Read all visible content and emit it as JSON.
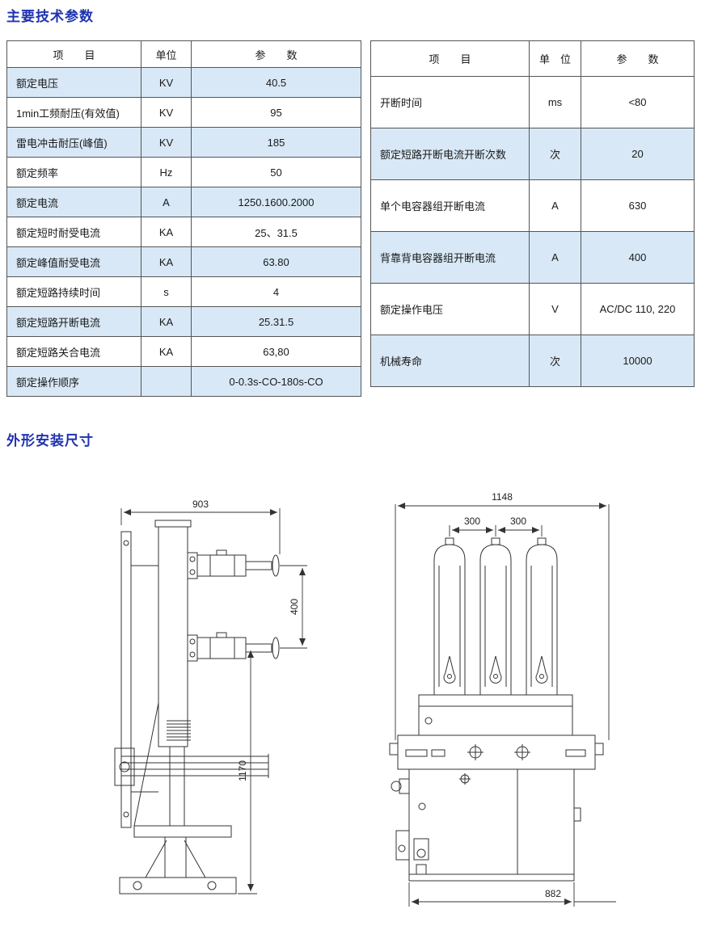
{
  "titles": {
    "parameters": "主要技术参数",
    "dimensions": "外形安装尺寸"
  },
  "table_left": {
    "headers": [
      "项　　目",
      "单位",
      "参　　数"
    ],
    "rows": [
      [
        "额定电压",
        "KV",
        "40.5"
      ],
      [
        "1min工频耐压(有效值)",
        "KV",
        "95"
      ],
      [
        "雷电冲击耐压(峰值)",
        "KV",
        "185"
      ],
      [
        "额定频率",
        "Hz",
        "50"
      ],
      [
        "额定电流",
        "A",
        "1250.1600.2000"
      ],
      [
        "额定短时耐受电流",
        "KA",
        "25、31.5"
      ],
      [
        "额定峰值耐受电流",
        "KA",
        "63.80"
      ],
      [
        "额定短路持续时间",
        "s",
        "4"
      ],
      [
        "额定短路开断电流",
        "KA",
        "25.31.5"
      ],
      [
        "额定短路关合电流",
        "KA",
        "63,80"
      ],
      [
        "额定操作顺序",
        "",
        "0-0.3s-CO-180s-CO"
      ]
    ]
  },
  "table_right": {
    "headers": [
      "项　　目",
      "单　位",
      "参　　数"
    ],
    "rows": [
      [
        "开断时间",
        "ms",
        "<80"
      ],
      [
        "额定短路开断电流开断次数",
        "次",
        "20"
      ],
      [
        "单个电容器组开断电流",
        "A",
        "630"
      ],
      [
        "背靠背电容器组开断电流",
        "A",
        "400"
      ],
      [
        "额定操作电压",
        "V",
        "AC/DC 110, 220"
      ],
      [
        "机械寿命",
        "次",
        "10000"
      ]
    ]
  },
  "drawings": {
    "side": {
      "width": "903",
      "pole_spacing": "400",
      "height": "1170"
    },
    "front": {
      "width": "1148",
      "phase_spacing": "300",
      "bottom_width": "882"
    }
  }
}
